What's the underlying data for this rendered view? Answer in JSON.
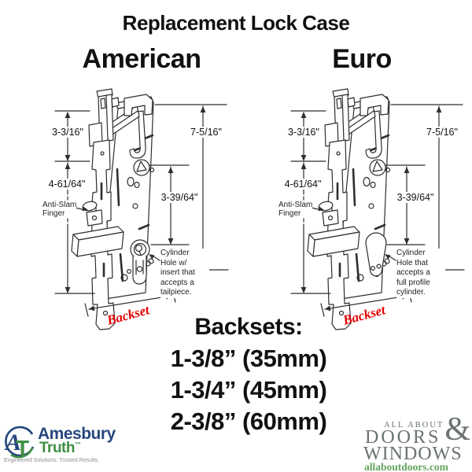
{
  "title": "Replacement Lock Case",
  "diagrams": [
    {
      "heading": "American",
      "dim_upper_left": "3-3/16\"",
      "dim_lower_left": "4-61/64\"",
      "dim_right": "7-5/16\"",
      "dim_inner": "3-39/64\"",
      "anti_slam_line1": "Anti-Slam",
      "anti_slam_line2": "Finger",
      "cylinder_note": [
        "Cylinder",
        "Hole w/",
        "insert that",
        "accepts a",
        "tailpiece."
      ],
      "backset_label": "Backset"
    },
    {
      "heading": "Euro",
      "dim_upper_left": "3-3/16\"",
      "dim_lower_left": "4-61/64\"",
      "dim_right": "7-5/16\"",
      "dim_inner": "3-39/64\"",
      "anti_slam_line1": "Anti-Slam",
      "anti_slam_line2": "Finger",
      "cylinder_note": [
        "Cylinder",
        "Hole that",
        "accepts a",
        "full profile",
        "cylinder."
      ],
      "backset_label": "Backset"
    }
  ],
  "backsets": {
    "heading": "Backsets:",
    "sizes": [
      "1-3/8” (35mm)",
      "1-3/4” (45mm)",
      "2-3/8” (60mm)"
    ]
  },
  "footer": {
    "amesbury": {
      "monogram_a": "A",
      "monogram_t": "T",
      "word1": "Amesbury",
      "word2": "Truth",
      "tm": "™",
      "tagline": "Engineered Solutions. Trusted Results."
    },
    "aadw": {
      "top": "ALL ABOUT",
      "amp": "&",
      "mid": "DOORS",
      "bottom": "WINDOWS",
      "url": "allaboutdoors.com"
    }
  },
  "colors": {
    "line": "#2e2e2e",
    "backset_red": "#e60000",
    "amesbury_blue": "#27477e",
    "truth_green": "#3f8f44",
    "aadw_gray": "#6a7370",
    "aadw_green": "#63a55e"
  }
}
